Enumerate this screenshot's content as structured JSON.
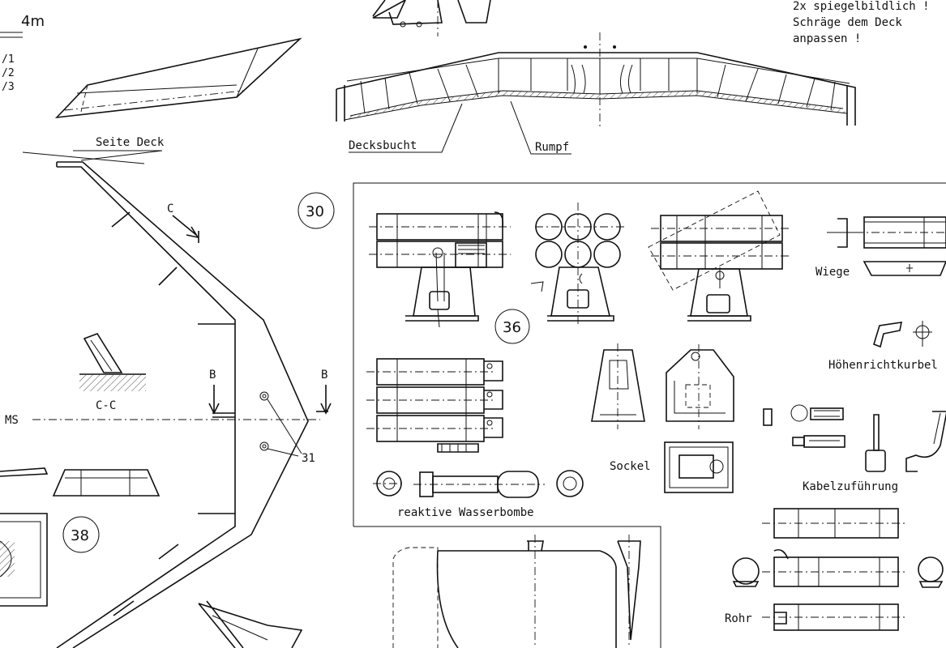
{
  "notes": {
    "top_right": [
      "2x spiegelbildlich !",
      "Schräge dem Deck",
      "anpassen !"
    ],
    "scale": "4m",
    "scale_list": [
      "/1",
      "/2",
      "/3"
    ]
  },
  "labels": {
    "seite_deck": "Seite Deck",
    "decksbucht": "Decksbucht",
    "rumpf": "Rumpf",
    "section_cc": "C-C",
    "ms": "MS",
    "section_b": "B",
    "section_c": "C",
    "wiege": "Wiege",
    "hoehenrichtkurbel": "Höhenrichtkurbel",
    "sockel": "Sockel",
    "kabelzufuehrung": "Kabelzuführung",
    "wasserbombe": "reaktive Wasserbombe",
    "rohr": "Rohr"
  },
  "part_numbers": {
    "p30": "30",
    "p36": "36",
    "p38": "38",
    "p31": "31"
  }
}
